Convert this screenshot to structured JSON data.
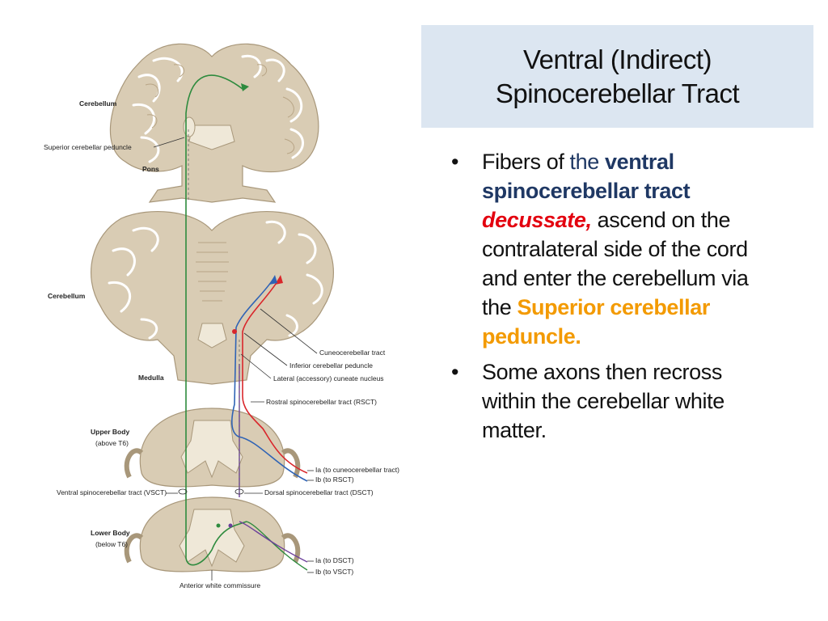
{
  "title": {
    "line1": "Ventral (Indirect)",
    "line2": "Spinocerebellar Tract"
  },
  "bullets": [
    {
      "parts": [
        {
          "text": "Fibers of ",
          "style": "plain"
        },
        {
          "text": "the ",
          "style": "navy"
        },
        {
          "text": "ventral spinocerebellar tract",
          "style": "navy-bold"
        },
        {
          "text": " ",
          "style": "plain"
        },
        {
          "text": "decussate,",
          "style": "red-bold-italic"
        },
        {
          "text": " ascend on the contralateral side of the cord and enter the cerebellum via the ",
          "style": "plain"
        },
        {
          "text": "Superior cerebellar peduncle.",
          "style": "orange-bold"
        }
      ]
    },
    {
      "parts": [
        {
          "text": "Some axons then recross within the cerebellar white matter.",
          "style": "plain"
        }
      ]
    }
  ],
  "figure": {
    "labels": {
      "cerebellum_top": "Cerebellum",
      "sup_peduncle": "Superior cerebellar peduncle",
      "pons": "Pons",
      "cerebellum_mid": "Cerebellum",
      "medulla": "Medulla",
      "cuneocerebellar": "Cuneocerebellar tract",
      "inf_peduncle": "Inferior cerebellar peduncle",
      "lateral_cuneate": "Lateral (accessory) cuneate nucleus",
      "rsct": "Rostral spinocerebellar tract (RSCT)",
      "upper_body": "Upper Body",
      "above_t6": "(above T6)",
      "ia_cuneo": "Ia (to cuneocerebellar tract)",
      "ib_rsct": "Ib (to RSCT)",
      "vsct": "Ventral spinocerebellar tract (VSCT)",
      "dsct": "Dorsal spinocerebellar tract (DSCT)",
      "lower_body": "Lower Body",
      "below_t6": "(below T6)",
      "ia_dsct": "Ia (to DSCT)",
      "ib_vsct": "Ib (to VSCT)",
      "anterior_commissure": "Anterior white commissure"
    },
    "colors": {
      "vsct": "#2e8b3e",
      "ia_red": "#d9262b",
      "ib_blue": "#2f63b5",
      "dsct_purple": "#6b3f9a",
      "tissue": "#d9ccb4",
      "title_bg": "#dce6f1"
    }
  }
}
